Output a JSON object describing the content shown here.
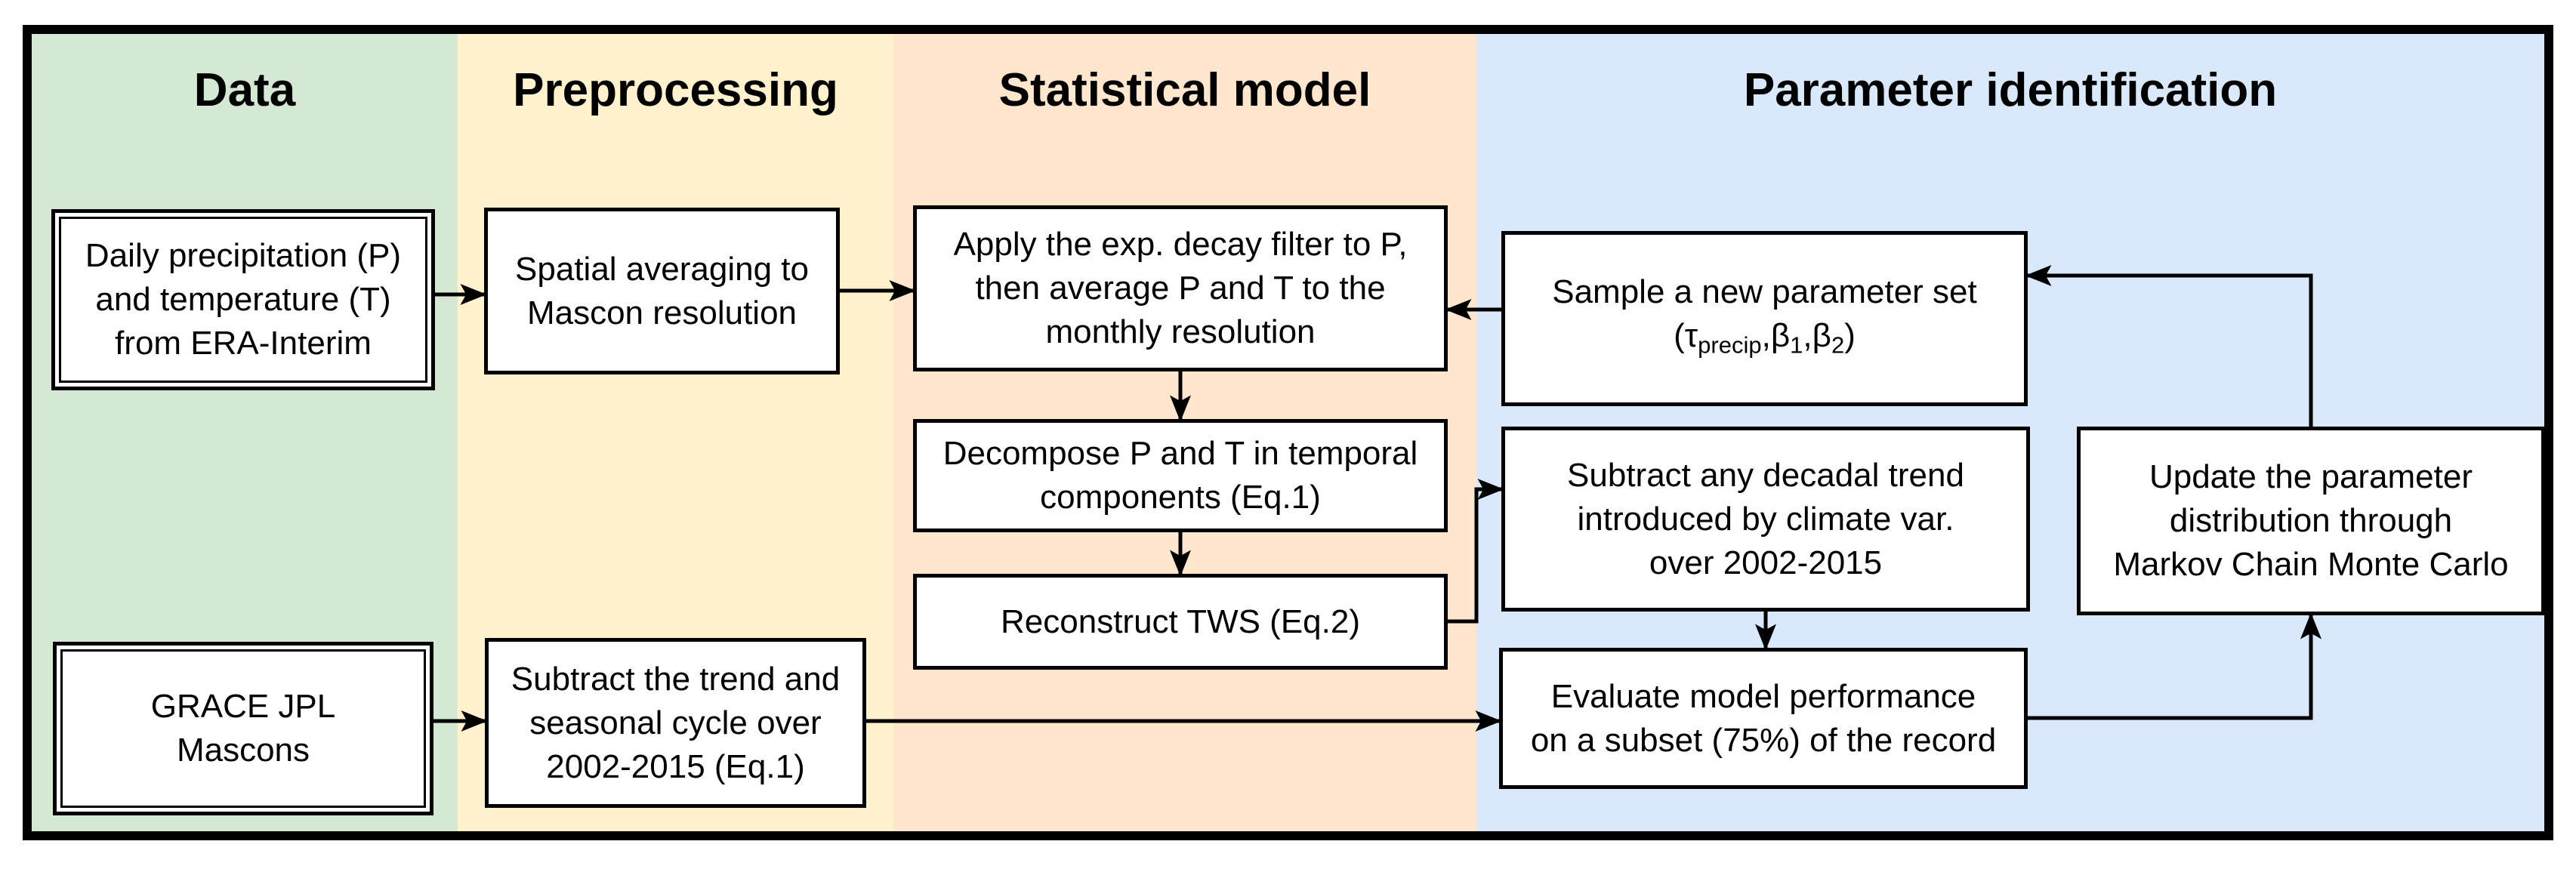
{
  "headers": {
    "data": "Data",
    "preprocessing": "Preprocessing",
    "statistical": "Statistical model",
    "parameter": "Parameter identification"
  },
  "boxes": {
    "era": {
      "lines": [
        "Daily precipitation (P)",
        "and temperature (T)",
        "from ERA-Interim"
      ]
    },
    "spatial": {
      "lines": [
        "Spatial averaging to",
        "Mascon resolution"
      ]
    },
    "apply": {
      "lines": [
        "Apply the exp. decay filter to P,",
        "then average P and T to the",
        "monthly resolution"
      ]
    },
    "sample": {
      "line1": "Sample a new parameter set",
      "formula": [
        {
          "t": "(τ"
        },
        {
          "t": "precip",
          "sub": true
        },
        {
          "t": ",β"
        },
        {
          "t": "1",
          "sub": true
        },
        {
          "t": ",β"
        },
        {
          "t": "2",
          "sub": true
        },
        {
          "t": ")"
        }
      ]
    },
    "decompose": {
      "lines": [
        "Decompose P and T in temporal",
        "components (Eq.1)"
      ]
    },
    "reconstruct": {
      "lines": [
        "Reconstruct TWS (Eq.2)"
      ]
    },
    "subtract_decadal": {
      "lines": [
        "Subtract any decadal trend",
        "introduced by climate var.",
        "over 2002-2015"
      ]
    },
    "update": {
      "lines": [
        "Update the parameter",
        "distribution through",
        "Markov Chain Monte Carlo"
      ]
    },
    "grace": {
      "lines": [
        "GRACE JPL",
        "Mascons"
      ]
    },
    "subtract_trend": {
      "lines": [
        "Subtract the trend and",
        "seasonal cycle over",
        "2002-2015 (Eq.1)"
      ]
    },
    "evaluate": {
      "lines": [
        "Evaluate model performance",
        "on a subset (75%) of the record"
      ]
    }
  },
  "colors": {
    "column_data": "#d5e8d4",
    "column_preprocessing": "#fff2cc",
    "column_statistical": "#ffe6cc",
    "column_parameter": "#dae8fc",
    "box_fill": "#ffffff",
    "line": "#000000"
  }
}
